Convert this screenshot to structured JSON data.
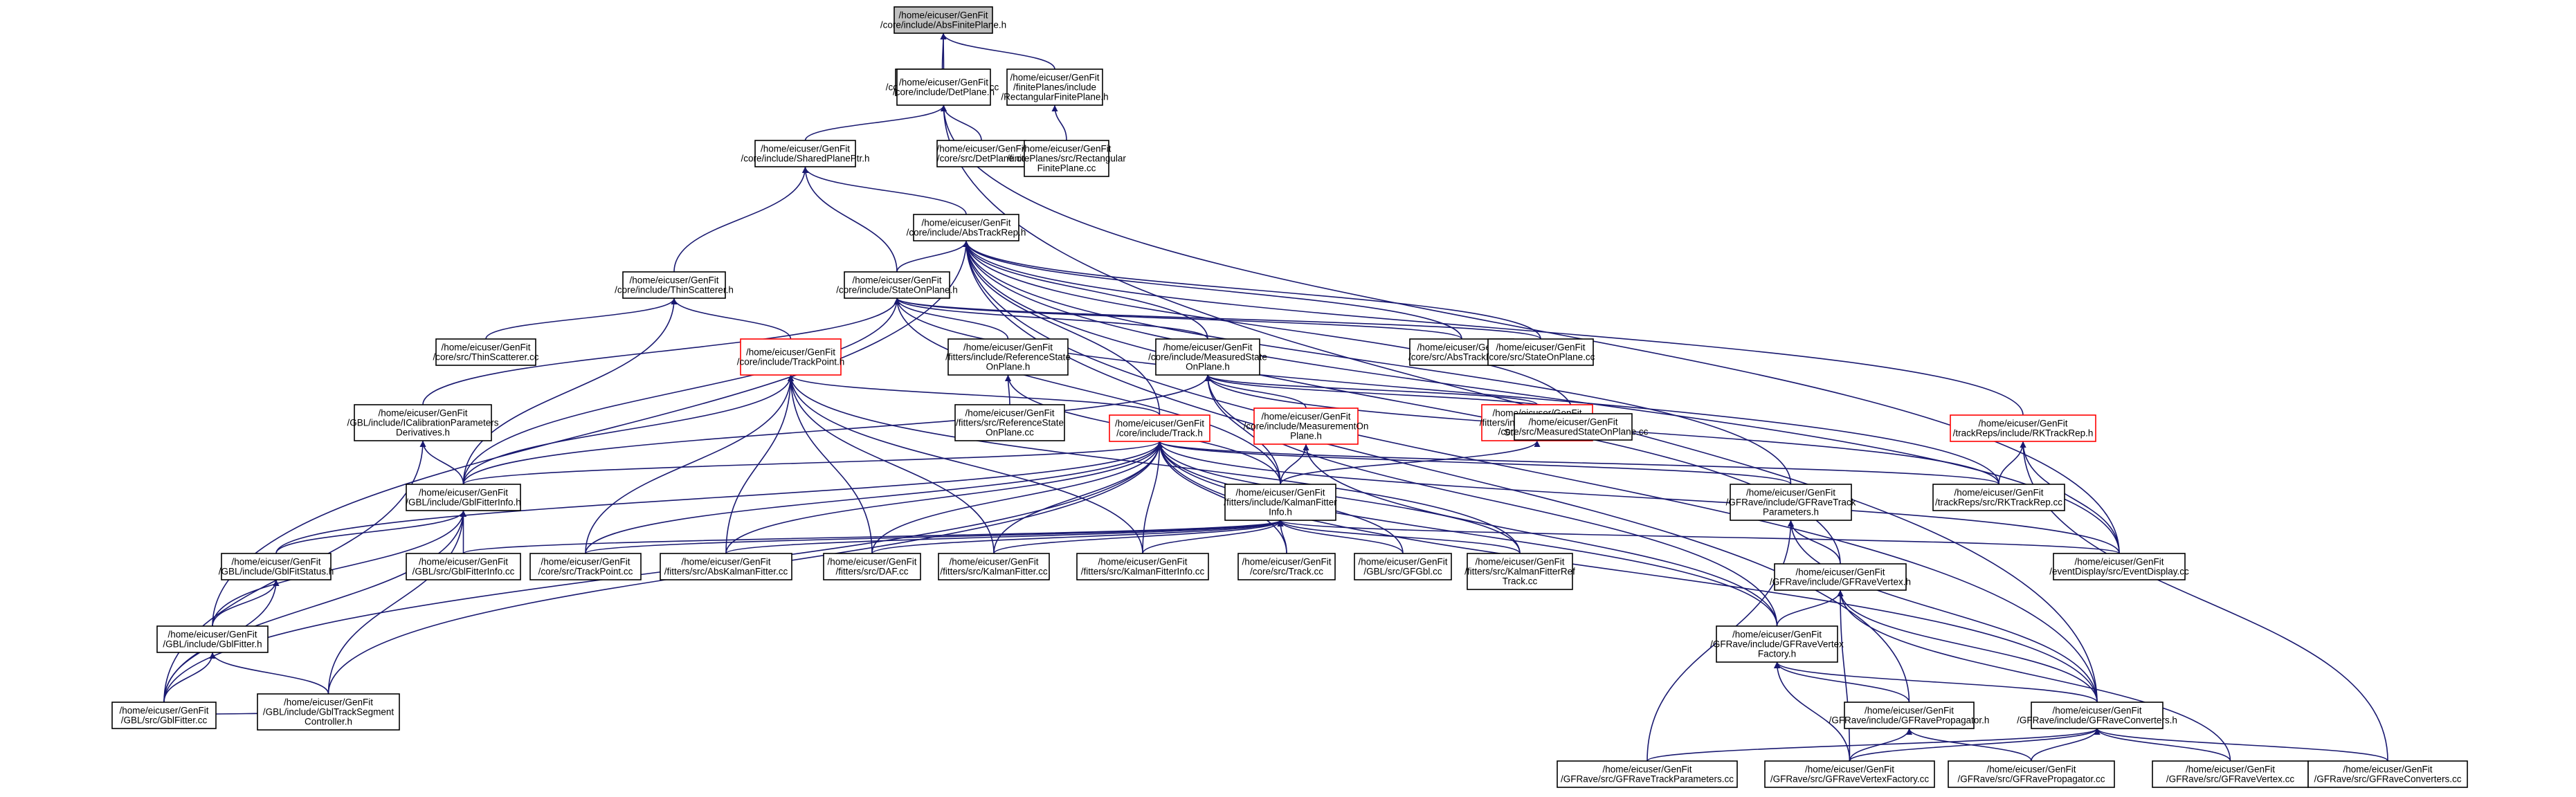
{
  "graph": {
    "colors": {
      "edge": "#191970",
      "border": "#000000",
      "border_incomplete": "#ff0000",
      "root_fill": "#bfbfbf",
      "fill": "#ffffff"
    },
    "nodes": [
      {
        "id": "root",
        "lines": [
          "/home/eicuser/GenFit",
          "/core/include/AbsFinitePlane.h"
        ],
        "root": true
      },
      {
        "id": "absfp_cc",
        "lines": [
          "/home/eicuser/GenFit",
          "/core/src/AbsFinitePlane.cc"
        ]
      },
      {
        "id": "detplane_h",
        "lines": [
          "/home/eicuser/GenFit",
          "/core/include/DetPlane.h"
        ]
      },
      {
        "id": "rectfp_h",
        "lines": [
          "/home/eicuser/GenFit",
          "/finitePlanes/include",
          "/RectangularFinitePlane.h"
        ]
      },
      {
        "id": "sharedptr_h",
        "lines": [
          "/home/eicuser/GenFit",
          "/core/include/SharedPlanePtr.h"
        ]
      },
      {
        "id": "detplane_cc",
        "lines": [
          "/home/eicuser/GenFit",
          "/core/src/DetPlane.cc"
        ]
      },
      {
        "id": "rectfp_cc",
        "lines": [
          "/home/eicuser/GenFit",
          "/finitePlanes/src/Rectangular",
          "FinitePlane.cc"
        ]
      },
      {
        "id": "abstrackrep_h",
        "lines": [
          "/home/eicuser/GenFit",
          "/core/include/AbsTrackRep.h"
        ]
      },
      {
        "id": "thinscat_h",
        "lines": [
          "/home/eicuser/GenFit",
          "/core/include/ThinScatterer.h"
        ]
      },
      {
        "id": "stateonplane_h",
        "lines": [
          "/home/eicuser/GenFit",
          "/core/include/StateOnPlane.h"
        ]
      },
      {
        "id": "thinscat_cc",
        "lines": [
          "/home/eicuser/GenFit",
          "/core/src/ThinScatterer.cc"
        ]
      },
      {
        "id": "trackpoint_h",
        "lines": [
          "/home/eicuser/GenFit",
          "/core/include/TrackPoint.h"
        ],
        "incomplete": true
      },
      {
        "id": "refstate_h",
        "lines": [
          "/home/eicuser/GenFit",
          "/fitters/include/ReferenceState",
          "OnPlane.h"
        ]
      },
      {
        "id": "measstate_h",
        "lines": [
          "/home/eicuser/GenFit",
          "/core/include/MeasuredState",
          "OnPlane.h"
        ]
      },
      {
        "id": "abstrackrep_cc",
        "lines": [
          "/home/eicuser/GenFit",
          "/core/src/AbsTrackRep.cc"
        ]
      },
      {
        "id": "stateonplane_cc",
        "lines": [
          "/home/eicuser/GenFit",
          "/core/src/StateOnPlane.cc"
        ]
      },
      {
        "id": "calib_h",
        "lines": [
          "/home/eicuser/GenFit",
          "/GBL/include/ICalibrationParameters",
          "Derivatives.h"
        ]
      },
      {
        "id": "refstate_cc",
        "lines": [
          "/home/eicuser/GenFit",
          "/fitters/src/ReferenceState",
          "OnPlane.cc"
        ]
      },
      {
        "id": "track_h",
        "lines": [
          "/home/eicuser/GenFit",
          "/core/include/Track.h"
        ],
        "incomplete": true
      },
      {
        "id": "meason_h",
        "lines": [
          "/home/eicuser/GenFit",
          "/core/include/MeasurementOn",
          "Plane.h"
        ],
        "incomplete": true
      },
      {
        "id": "kalfitted_h",
        "lines": [
          "/home/eicuser/GenFit",
          "/fitters/include/KalmanFitted",
          "StateOnPlane.h"
        ],
        "incomplete": true
      },
      {
        "id": "measstate_cc",
        "lines": [
          "/home/eicuser/GenFit",
          "/core/src/MeasuredStateOnPlane.cc"
        ]
      },
      {
        "id": "rktrackrep_h",
        "lines": [
          "/home/eicuser/GenFit",
          "/trackReps/include/RKTrackRep.h"
        ],
        "incomplete": true
      },
      {
        "id": "gblfitterinfo_h",
        "lines": [
          "/home/eicuser/GenFit",
          "/GBL/include/GblFitterInfo.h"
        ]
      },
      {
        "id": "kalfitterinfo_h",
        "lines": [
          "/home/eicuser/GenFit",
          "/fitters/include/KalmanFitter",
          "Info.h"
        ]
      },
      {
        "id": "gfravetrackpar_h",
        "lines": [
          "/home/eicuser/GenFit",
          "/GFRave/include/GFRaveTrack",
          "Parameters.h"
        ]
      },
      {
        "id": "rktrackrep_cc",
        "lines": [
          "/home/eicuser/GenFit",
          "/trackReps/src/RKTrackRep.cc"
        ]
      },
      {
        "id": "gblfitstatus_h",
        "lines": [
          "/home/eicuser/GenFit",
          "/GBL/include/GblFitStatus.h"
        ]
      },
      {
        "id": "gblfitterinfo_cc",
        "lines": [
          "/home/eicuser/GenFit",
          "/GBL/src/GblFitterInfo.cc"
        ]
      },
      {
        "id": "trackpoint_cc",
        "lines": [
          "/home/eicuser/GenFit",
          "/core/src/TrackPoint.cc"
        ]
      },
      {
        "id": "abskalman_cc",
        "lines": [
          "/home/eicuser/GenFit",
          "/fitters/src/AbsKalmanFitter.cc"
        ]
      },
      {
        "id": "daf_cc",
        "lines": [
          "/home/eicuser/GenFit",
          "/fitters/src/DAF.cc"
        ]
      },
      {
        "id": "kalman_cc",
        "lines": [
          "/home/eicuser/GenFit",
          "/fitters/src/KalmanFitter.cc"
        ]
      },
      {
        "id": "kalfitterinfo_cc",
        "lines": [
          "/home/eicuser/GenFit",
          "/fitters/src/KalmanFitterInfo.cc"
        ]
      },
      {
        "id": "track_cc",
        "lines": [
          "/home/eicuser/GenFit",
          "/core/src/Track.cc"
        ]
      },
      {
        "id": "gfgbl_cc",
        "lines": [
          "/home/eicuser/GenFit",
          "/GBL/src/GFGbl.cc"
        ]
      },
      {
        "id": "kalref_cc",
        "lines": [
          "/home/eicuser/GenFit",
          "/fitters/src/KalmanFitterRef",
          "Track.cc"
        ]
      },
      {
        "id": "gfravevertex_h",
        "lines": [
          "/home/eicuser/GenFit",
          "/GFRave/include/GFRaveVertex.h"
        ]
      },
      {
        "id": "eventdisplay_cc",
        "lines": [
          "/home/eicuser/GenFit",
          "/eventDisplay/src/EventDisplay.cc"
        ]
      },
      {
        "id": "gblfitter_h",
        "lines": [
          "/home/eicuser/GenFit",
          "/GBL/include/GblFitter.h"
        ]
      },
      {
        "id": "gfravevtxfac_h",
        "lines": [
          "/home/eicuser/GenFit",
          "/GFRave/include/GFRaveVertex",
          "Factory.h"
        ]
      },
      {
        "id": "gbltrackseg_h",
        "lines": [
          "/home/eicuser/GenFit",
          "/GBL/include/GblTrackSegment",
          "Controller.h"
        ]
      },
      {
        "id": "gblfitter_cc",
        "lines": [
          "/home/eicuser/GenFit",
          "/GBL/src/GblFitter.cc"
        ]
      },
      {
        "id": "gfraveprop_h",
        "lines": [
          "/home/eicuser/GenFit",
          "/GFRave/include/GFRavePropagator.h"
        ]
      },
      {
        "id": "gfraveconv_h",
        "lines": [
          "/home/eicuser/GenFit",
          "/GFRave/include/GFRaveConverters.h"
        ]
      },
      {
        "id": "gfravetrackpar_cc",
        "lines": [
          "/home/eicuser/GenFit",
          "/GFRave/src/GFRaveTrackParameters.cc"
        ]
      },
      {
        "id": "gfravevtxfac_cc",
        "lines": [
          "/home/eicuser/GenFit",
          "/GFRave/src/GFRaveVertexFactory.cc"
        ]
      },
      {
        "id": "gfraveprop_cc",
        "lines": [
          "/home/eicuser/GenFit",
          "/GFRave/src/GFRavePropagator.cc"
        ]
      },
      {
        "id": "gfravevertex_cc",
        "lines": [
          "/home/eicuser/GenFit",
          "/GFRave/src/GFRaveVertex.cc"
        ]
      },
      {
        "id": "gfraveconv_cc",
        "lines": [
          "/home/eicuser/GenFit",
          "/GFRave/src/GFRaveConverters.cc"
        ]
      }
    ],
    "edges": [
      [
        "absfp_cc",
        "root"
      ],
      [
        "detplane_h",
        "root"
      ],
      [
        "rectfp_h",
        "root"
      ],
      [
        "sharedptr_h",
        "detplane_h"
      ],
      [
        "detplane_cc",
        "detplane_h"
      ],
      [
        "eventdisplay_cc",
        "detplane_h"
      ],
      [
        "gfraveconv_h",
        "detplane_h"
      ],
      [
        "rectfp_cc",
        "rectfp_h"
      ],
      [
        "abstrackrep_h",
        "sharedptr_h"
      ],
      [
        "thinscat_h",
        "sharedptr_h"
      ],
      [
        "stateonplane_h",
        "sharedptr_h"
      ],
      [
        "stateonplane_h",
        "abstrackrep_h"
      ],
      [
        "measstate_h",
        "abstrackrep_h"
      ],
      [
        "abstrackrep_cc",
        "abstrackrep_h"
      ],
      [
        "stateonplane_cc",
        "abstrackrep_h"
      ],
      [
        "measstate_cc",
        "abstrackrep_h"
      ],
      [
        "rktrackrep_h",
        "abstrackrep_h"
      ],
      [
        "track_h",
        "abstrackrep_h"
      ],
      [
        "gfravetrackpar_h",
        "abstrackrep_h"
      ],
      [
        "gfravevertex_h",
        "abstrackrep_h"
      ],
      [
        "eventdisplay_cc",
        "abstrackrep_h"
      ],
      [
        "gfraveprop_h",
        "abstrackrep_h"
      ],
      [
        "gfraveconv_h",
        "abstrackrep_h"
      ],
      [
        "gblfitter_h",
        "abstrackrep_h"
      ],
      [
        "thinscat_cc",
        "thinscat_h"
      ],
      [
        "trackpoint_h",
        "thinscat_h"
      ],
      [
        "gblfitterinfo_h",
        "thinscat_h"
      ],
      [
        "refstate_h",
        "stateonplane_h"
      ],
      [
        "measstate_h",
        "stateonplane_h"
      ],
      [
        "abstrackrep_cc",
        "stateonplane_h"
      ],
      [
        "stateonplane_cc",
        "stateonplane_h"
      ],
      [
        "calib_h",
        "stateonplane_h"
      ],
      [
        "gblfitterinfo_h",
        "stateonplane_h"
      ],
      [
        "kalfitterinfo_h",
        "stateonplane_h"
      ],
      [
        "rktrackrep_cc",
        "stateonplane_h"
      ],
      [
        "track_h",
        "trackpoint_h"
      ],
      [
        "gblfitterinfo_h",
        "trackpoint_h"
      ],
      [
        "trackpoint_cc",
        "trackpoint_h"
      ],
      [
        "abskalman_cc",
        "trackpoint_h"
      ],
      [
        "daf_cc",
        "trackpoint_h"
      ],
      [
        "kalman_cc",
        "trackpoint_h"
      ],
      [
        "kalfitterinfo_cc",
        "trackpoint_h"
      ],
      [
        "kalref_cc",
        "trackpoint_h"
      ],
      [
        "refstate_cc",
        "refstate_h"
      ],
      [
        "kalfitterinfo_h",
        "refstate_h"
      ],
      [
        "meason_h",
        "measstate_h"
      ],
      [
        "kalfitted_h",
        "measstate_h"
      ],
      [
        "measstate_cc",
        "measstate_h"
      ],
      [
        "rktrackrep_cc",
        "measstate_h"
      ],
      [
        "gfravevtxfac_h",
        "measstate_h"
      ],
      [
        "gblfitterinfo_h",
        "measstate_h"
      ],
      [
        "kalfitterinfo_h",
        "measstate_h"
      ],
      [
        "gblfitterinfo_h",
        "calib_h"
      ],
      [
        "gblfitter_cc",
        "calib_h"
      ],
      [
        "gblfitterinfo_h",
        "track_h"
      ],
      [
        "gblfitstatus_h",
        "track_h"
      ],
      [
        "trackpoint_cc",
        "track_h"
      ],
      [
        "abskalman_cc",
        "track_h"
      ],
      [
        "daf_cc",
        "track_h"
      ],
      [
        "kalman_cc",
        "track_h"
      ],
      [
        "kalfitterinfo_cc",
        "track_h"
      ],
      [
        "track_cc",
        "track_h"
      ],
      [
        "gfgbl_cc",
        "track_h"
      ],
      [
        "kalref_cc",
        "track_h"
      ],
      [
        "gfravetrackpar_h",
        "track_h"
      ],
      [
        "rktrackrep_cc",
        "track_h"
      ],
      [
        "eventdisplay_cc",
        "track_h"
      ],
      [
        "gbltrackseg_h",
        "track_h"
      ],
      [
        "gblfitter_cc",
        "track_h"
      ],
      [
        "gfravevtxfac_h",
        "track_h"
      ],
      [
        "gfraveconv_h",
        "track_h"
      ],
      [
        "kalfitterinfo_h",
        "meason_h"
      ],
      [
        "gfravevtxfac_h",
        "meason_h"
      ],
      [
        "kalfitterinfo_h",
        "kalfitted_h"
      ],
      [
        "rktrackrep_cc",
        "rktrackrep_h"
      ],
      [
        "eventdisplay_cc",
        "rktrackrep_h"
      ],
      [
        "gblfitstatus_h",
        "gblfitterinfo_h"
      ],
      [
        "gblfitterinfo_cc",
        "gblfitterinfo_h"
      ],
      [
        "gblfitter_h",
        "gblfitterinfo_h"
      ],
      [
        "gbltrackseg_h",
        "gblfitterinfo_h"
      ],
      [
        "gblfitter_cc",
        "gblfitterinfo_h"
      ],
      [
        "trackpoint_cc",
        "kalfitterinfo_h"
      ],
      [
        "abskalman_cc",
        "kalfitterinfo_h"
      ],
      [
        "daf_cc",
        "kalfitterinfo_h"
      ],
      [
        "kalman_cc",
        "kalfitterinfo_h"
      ],
      [
        "kalfitterinfo_cc",
        "kalfitterinfo_h"
      ],
      [
        "track_cc",
        "kalfitterinfo_h"
      ],
      [
        "gfgbl_cc",
        "kalfitterinfo_h"
      ],
      [
        "kalref_cc",
        "kalfitterinfo_h"
      ],
      [
        "eventdisplay_cc",
        "kalfitterinfo_h"
      ],
      [
        "gblfitterinfo_cc",
        "kalfitterinfo_h"
      ],
      [
        "gfravevertex_h",
        "gfravetrackpar_h"
      ],
      [
        "gfravetrackpar_cc",
        "gfravetrackpar_h"
      ],
      [
        "gfraveconv_h",
        "gfravetrackpar_h"
      ],
      [
        "gblfitter_h",
        "gblfitstatus_h"
      ],
      [
        "gblfitter_cc",
        "gblfitstatus_h"
      ],
      [
        "gfravevtxfac_h",
        "gfravevertex_h"
      ],
      [
        "gfraveconv_h",
        "gfravevertex_h"
      ],
      [
        "gfravevtxfac_cc",
        "gfravevertex_h"
      ],
      [
        "gfravevertex_cc",
        "gfravevertex_h"
      ],
      [
        "gbltrackseg_h",
        "gblfitter_h"
      ],
      [
        "gblfitter_cc",
        "gblfitter_h"
      ],
      [
        "gfraveprop_h",
        "gfravevtxfac_h"
      ],
      [
        "gfraveconv_h",
        "gfravevtxfac_h"
      ],
      [
        "gfravevtxfac_cc",
        "gfravevtxfac_h"
      ],
      [
        "gblfitter_cc",
        "gbltrackseg_h"
      ],
      [
        "gfravevtxfac_cc",
        "gfraveprop_h"
      ],
      [
        "gfraveprop_cc",
        "gfraveprop_h"
      ],
      [
        "gfravetrackpar_cc",
        "gfraveconv_h"
      ],
      [
        "gfravevtxfac_cc",
        "gfraveconv_h"
      ],
      [
        "gfraveprop_cc",
        "gfraveconv_h"
      ],
      [
        "gfravevertex_cc",
        "gfraveconv_h"
      ],
      [
        "gfraveconv_cc",
        "gfraveconv_h"
      ],
      [
        "gfraveconv_cc",
        "rktrackrep_h"
      ]
    ]
  }
}
